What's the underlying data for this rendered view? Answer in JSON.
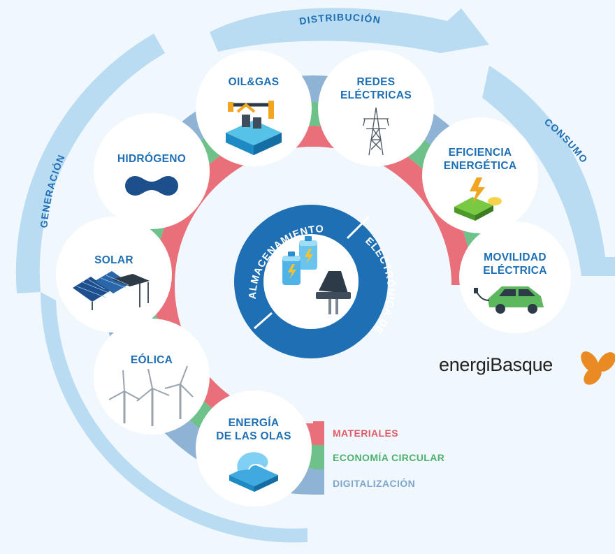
{
  "arcs": {
    "generation": "GENERACIÓN",
    "distribution": "DISTRIBUCIÓN",
    "consumption": "CONSUMO"
  },
  "nodes": {
    "hydrogen": [
      "HIDRÓGENO"
    ],
    "oilgas": [
      "OIL&GAS"
    ],
    "grids": [
      "REDES",
      "ELÉCTRICAS"
    ],
    "efficiency": [
      "EFICIENCIA",
      "ENERGÉTICA"
    ],
    "mobility": [
      "MOVILIDAD",
      "ELÉCTRICA"
    ],
    "solar": [
      "SOLAR"
    ],
    "wind": [
      "EÓLICA"
    ],
    "wave": [
      "ENERGÍA",
      "DE LAS OLAS"
    ]
  },
  "hub": {
    "storage": "ALMACENAMIENTO",
    "power_electronics": "ELECTRÓNICA DE POTENCIA"
  },
  "legend": [
    {
      "label": "MATERIALES",
      "color": "#e9707a"
    },
    {
      "label": "ECONOMÍA CIRCULAR",
      "color": "#6fc18a"
    },
    {
      "label": "DIGITALIZACIÓN",
      "color": "#8fb3d4"
    }
  ],
  "brand": {
    "name": "energiBasque",
    "accent": "#e98a22"
  },
  "colors": {
    "primary_blue": "#1f6fb5",
    "dark_blue": "#165ea3",
    "sky_blue": "#b9dcf3"
  }
}
